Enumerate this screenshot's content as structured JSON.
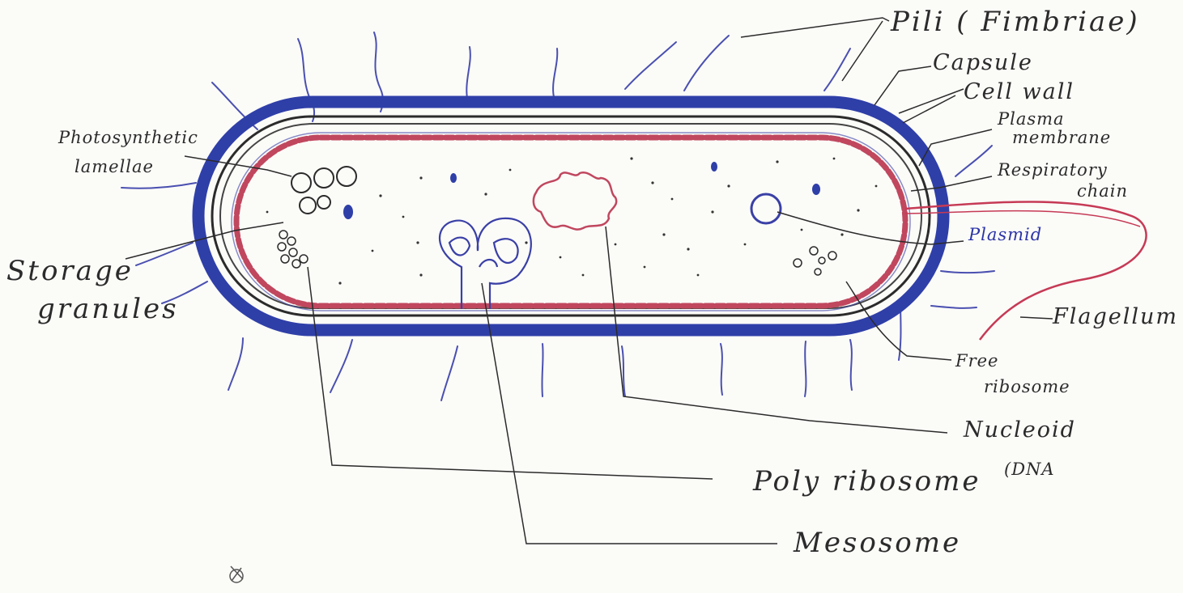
{
  "diagram": {
    "labels": {
      "pili": "Pili ( Fimbriae)",
      "capsule": "Capsule",
      "cell_wall": "Cell wall",
      "plasma_membrane_1": "Plasma",
      "plasma_membrane_2": "membrane",
      "respiratory_chain_1": "Respiratory",
      "respiratory_chain_2": "chain",
      "plasmid": "Plasmid",
      "flagellum": "Flagellum",
      "free_ribosome_1": "Free",
      "free_ribosome_2": "ribosome",
      "nucleoid_1": "Nucleoid",
      "nucleoid_2": "(DNA",
      "polyribosome": "Poly ribosome",
      "mesosome": "Mesosome",
      "storage_granules_1": "Storage",
      "storage_granules_2": "granules",
      "photosynthetic_lamellae_1": "Photosynthetic",
      "photosynthetic_lamellae_2": "lamellae"
    },
    "colors": {
      "ink": "#2b2b2b",
      "capsule_blue": "#2f3fa8",
      "pen_blue": "#3a40a6",
      "membrane_red": "#c0475e",
      "flagellum_red": "#c63a55"
    }
  }
}
